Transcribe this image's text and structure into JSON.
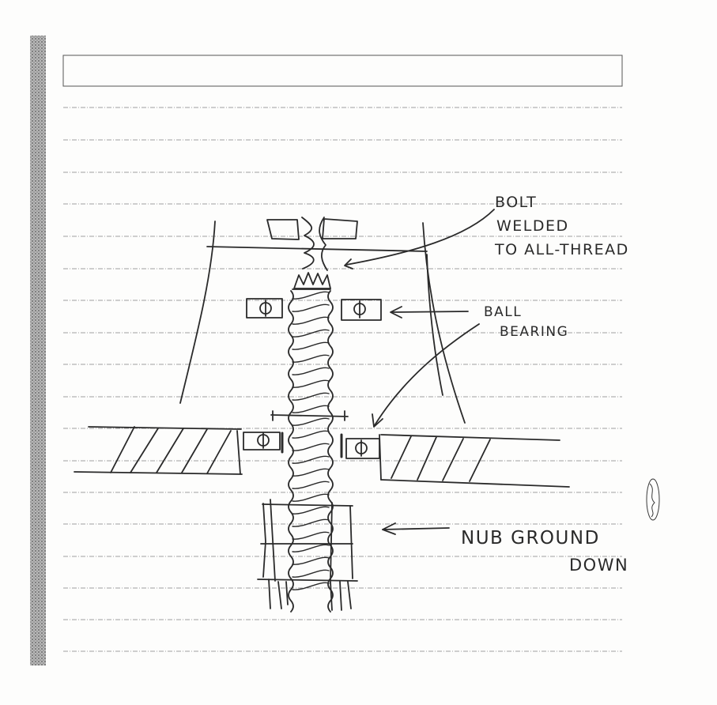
{
  "labels": {
    "bolt_line1": "BOLT",
    "bolt_line2": "WELDED",
    "bolt_line3": "TO ALL-THREAD",
    "bearing_line1": "BALL",
    "bearing_line2": "BEARING",
    "nut_line1": "NUB GROUND",
    "nut_line2": "DOWN"
  },
  "colors": {
    "ink": "#2a2a2a",
    "rule_line": "#9a9a9a",
    "left_margin_band": "#8f8f8f"
  },
  "icons": {
    "margin_mark": "initials-mark-icon"
  }
}
